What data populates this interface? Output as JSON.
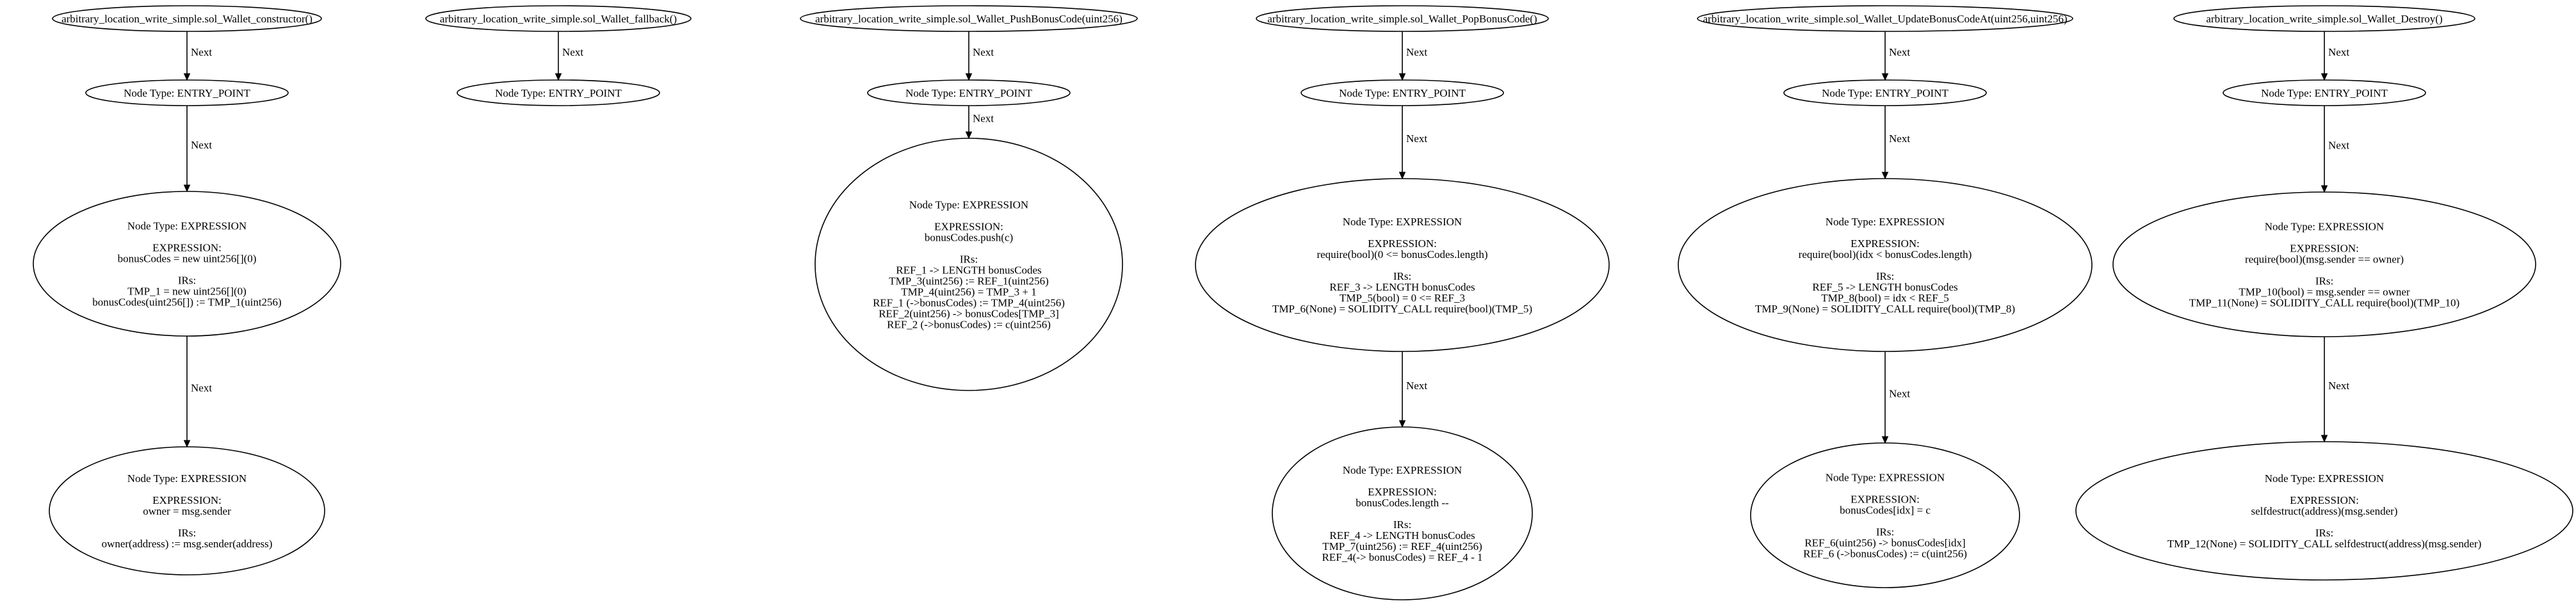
{
  "graphs": [
    {
      "header": "arbitrary_location_write_simple.sol_Wallet_constructor()",
      "entry": "Node Type: ENTRY_POINT",
      "edge_label": "Next",
      "nodes": [
        {
          "lines": [
            "Node Type: EXPRESSION",
            "",
            "EXPRESSION:",
            "bonusCodes = new uint256[](0)",
            "",
            "IRs:",
            "TMP_1 = new uint256[](0)",
            "bonusCodes(uint256[]) := TMP_1(uint256)"
          ]
        },
        {
          "lines": [
            "Node Type: EXPRESSION",
            "",
            "EXPRESSION:",
            "owner = msg.sender",
            "",
            "IRs:",
            "owner(address) := msg.sender(address)"
          ]
        }
      ]
    },
    {
      "header": "arbitrary_location_write_simple.sol_Wallet_fallback()",
      "entry": "Node Type: ENTRY_POINT",
      "edge_label": "Next",
      "nodes": []
    },
    {
      "header": "arbitrary_location_write_simple.sol_Wallet_PushBonusCode(uint256)",
      "entry": "Node Type: ENTRY_POINT",
      "edge_label": "Next",
      "nodes": [
        {
          "lines": [
            "Node Type: EXPRESSION",
            "",
            "EXPRESSION:",
            "bonusCodes.push(c)",
            "",
            "IRs:",
            "REF_1 -> LENGTH bonusCodes",
            "TMP_3(uint256) := REF_1(uint256)",
            "TMP_4(uint256) = TMP_3 + 1",
            "REF_1 (->bonusCodes) := TMP_4(uint256)",
            "REF_2(uint256) -> bonusCodes[TMP_3]",
            "REF_2 (->bonusCodes) := c(uint256)"
          ]
        }
      ]
    },
    {
      "header": "arbitrary_location_write_simple.sol_Wallet_PopBonusCode()",
      "entry": "Node Type: ENTRY_POINT",
      "edge_label": "Next",
      "nodes": [
        {
          "lines": [
            "Node Type: EXPRESSION",
            "",
            "EXPRESSION:",
            "require(bool)(0 <= bonusCodes.length)",
            "",
            "IRs:",
            "REF_3 -> LENGTH bonusCodes",
            "TMP_5(bool) = 0 <= REF_3",
            "TMP_6(None) = SOLIDITY_CALL require(bool)(TMP_5)"
          ]
        },
        {
          "lines": [
            "Node Type: EXPRESSION",
            "",
            "EXPRESSION:",
            "bonusCodes.length --",
            "",
            "IRs:",
            "REF_4 -> LENGTH bonusCodes",
            "TMP_7(uint256) := REF_4(uint256)",
            "REF_4(-> bonusCodes) = REF_4 - 1"
          ]
        }
      ]
    },
    {
      "header": "arbitrary_location_write_simple.sol_Wallet_UpdateBonusCodeAt(uint256,uint256)",
      "entry": "Node Type: ENTRY_POINT",
      "edge_label": "Next",
      "nodes": [
        {
          "lines": [
            "Node Type: EXPRESSION",
            "",
            "EXPRESSION:",
            "require(bool)(idx < bonusCodes.length)",
            "",
            "IRs:",
            "REF_5 -> LENGTH bonusCodes",
            "TMP_8(bool) = idx < REF_5",
            "TMP_9(None) = SOLIDITY_CALL require(bool)(TMP_8)"
          ]
        },
        {
          "lines": [
            "Node Type: EXPRESSION",
            "",
            "EXPRESSION:",
            "bonusCodes[idx] = c",
            "",
            "IRs:",
            "REF_6(uint256) -> bonusCodes[idx]",
            "REF_6 (->bonusCodes) := c(uint256)"
          ]
        }
      ]
    },
    {
      "header": "arbitrary_location_write_simple.sol_Wallet_Destroy()",
      "entry": "Node Type: ENTRY_POINT",
      "edge_label": "Next",
      "nodes": [
        {
          "lines": [
            "Node Type: EXPRESSION",
            "",
            "EXPRESSION:",
            "require(bool)(msg.sender == owner)",
            "",
            "IRs:",
            "TMP_10(bool) = msg.sender == owner",
            "TMP_11(None) = SOLIDITY_CALL require(bool)(TMP_10)"
          ]
        },
        {
          "lines": [
            "Node Type: EXPRESSION",
            "",
            "EXPRESSION:",
            "selfdestruct(address)(msg.sender)",
            "",
            "IRs:",
            "TMP_12(None) = SOLIDITY_CALL selfdestruct(address)(msg.sender)"
          ]
        }
      ]
    }
  ]
}
